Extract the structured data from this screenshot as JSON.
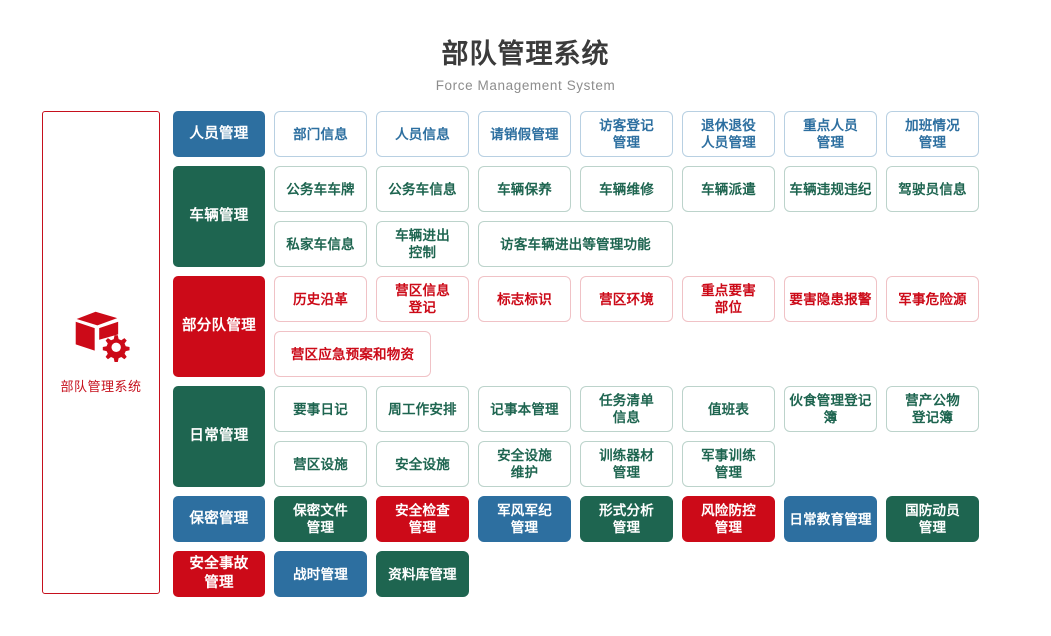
{
  "header": {
    "title": "部队管理系统",
    "subtitle": "Force Management System"
  },
  "brand": {
    "icon": "cube-gear-icon",
    "name": "部队管理系统",
    "border_color": "#c6101d",
    "text_color": "#c6101d"
  },
  "colors": {
    "blue": "#2d6fa0",
    "green": "#1e6550",
    "red": "#cc0a18"
  },
  "sections": [
    {
      "label": "人员管理",
      "label_color": "blue",
      "rows": [
        [
          {
            "text": "部门信息",
            "style": "outline",
            "color": "blue",
            "width": 1
          },
          {
            "text": "人员信息",
            "style": "outline",
            "color": "blue",
            "width": 1
          },
          {
            "text": "请销假管理",
            "style": "outline",
            "color": "blue",
            "width": 1
          },
          {
            "text": "访客登记\n管理",
            "style": "outline",
            "color": "blue",
            "width": 1
          },
          {
            "text": "退休退役\n人员管理",
            "style": "outline",
            "color": "blue",
            "width": 1
          },
          {
            "text": "重点人员\n管理",
            "style": "outline",
            "color": "blue",
            "width": 1
          },
          {
            "text": "加班情况\n管理",
            "style": "outline",
            "color": "blue",
            "width": 1
          }
        ]
      ]
    },
    {
      "label": "车辆管理",
      "label_color": "green",
      "rows": [
        [
          {
            "text": "公务车车牌",
            "style": "outline",
            "color": "green",
            "width": 1
          },
          {
            "text": "公务车信息",
            "style": "outline",
            "color": "green",
            "width": 1
          },
          {
            "text": "车辆保养",
            "style": "outline",
            "color": "green",
            "width": 1
          },
          {
            "text": "车辆维修",
            "style": "outline",
            "color": "green",
            "width": 1
          },
          {
            "text": "车辆派遣",
            "style": "outline",
            "color": "green",
            "width": 1
          },
          {
            "text": "车辆违规违纪",
            "style": "outline",
            "color": "green",
            "width": 1
          },
          {
            "text": "驾驶员信息",
            "style": "outline",
            "color": "green",
            "width": 1
          }
        ],
        [
          {
            "text": "私家车信息",
            "style": "outline",
            "color": "green",
            "width": 1
          },
          {
            "text": "车辆进出\n控制",
            "style": "outline",
            "color": "green",
            "width": 1
          },
          {
            "text": "访客车辆进出等管理功能",
            "style": "outline",
            "color": "green",
            "width": 2
          }
        ]
      ]
    },
    {
      "label": "部分队管理",
      "label_color": "red",
      "rows": [
        [
          {
            "text": "历史沿革",
            "style": "outline",
            "color": "red",
            "width": 1
          },
          {
            "text": "营区信息\n登记",
            "style": "outline",
            "color": "red",
            "width": 1
          },
          {
            "text": "标志标识",
            "style": "outline",
            "color": "red",
            "width": 1
          },
          {
            "text": "营区环境",
            "style": "outline",
            "color": "red",
            "width": 1
          },
          {
            "text": "重点要害\n部位",
            "style": "outline",
            "color": "red",
            "width": 1
          },
          {
            "text": "要害隐患报警",
            "style": "outline",
            "color": "red",
            "width": 1
          },
          {
            "text": "军事危险源",
            "style": "outline",
            "color": "red",
            "width": 1
          }
        ],
        [
          {
            "text": "营区应急预案和物资",
            "style": "outline",
            "color": "red",
            "width": 1.5
          }
        ]
      ]
    },
    {
      "label": "日常管理",
      "label_color": "green",
      "rows": [
        [
          {
            "text": "要事日记",
            "style": "outline",
            "color": "green",
            "width": 1
          },
          {
            "text": "周工作安排",
            "style": "outline",
            "color": "green",
            "width": 1
          },
          {
            "text": "记事本管理",
            "style": "outline",
            "color": "green",
            "width": 1
          },
          {
            "text": "任务清单\n信息",
            "style": "outline",
            "color": "green",
            "width": 1
          },
          {
            "text": "值班表",
            "style": "outline",
            "color": "green",
            "width": 1
          },
          {
            "text": "伙食管理登记簿",
            "style": "outline",
            "color": "green",
            "width": 1
          },
          {
            "text": "营产公物\n登记簿",
            "style": "outline",
            "color": "green",
            "width": 1
          }
        ],
        [
          {
            "text": "营区设施",
            "style": "outline",
            "color": "green",
            "width": 1
          },
          {
            "text": "安全设施",
            "style": "outline",
            "color": "green",
            "width": 1
          },
          {
            "text": "安全设施\n维护",
            "style": "outline",
            "color": "green",
            "width": 1
          },
          {
            "text": "训练器材\n管理",
            "style": "outline",
            "color": "green",
            "width": 1
          },
          {
            "text": "军事训练\n管理",
            "style": "outline",
            "color": "green",
            "width": 1
          }
        ]
      ]
    },
    {
      "label": "保密管理",
      "label_color": "blue",
      "rows": [
        [
          {
            "text": "保密文件\n管理",
            "style": "solid",
            "color": "green",
            "width": 1
          },
          {
            "text": "安全检查\n管理",
            "style": "solid",
            "color": "red",
            "width": 1
          },
          {
            "text": "军风军纪\n管理",
            "style": "solid",
            "color": "blue",
            "width": 1
          },
          {
            "text": "形式分析\n管理",
            "style": "solid",
            "color": "green",
            "width": 1
          },
          {
            "text": "风险防控\n管理",
            "style": "solid",
            "color": "red",
            "width": 1
          },
          {
            "text": "日常教育管理",
            "style": "solid",
            "color": "blue",
            "width": 1
          },
          {
            "text": "国防动员\n管理",
            "style": "solid",
            "color": "green",
            "width": 1
          }
        ]
      ]
    },
    {
      "label": "安全事故\n管理",
      "label_color": "red",
      "rows": [
        [
          {
            "text": "战时管理",
            "style": "solid",
            "color": "blue",
            "width": 1
          },
          {
            "text": "资料库管理",
            "style": "solid",
            "color": "green",
            "width": 1
          }
        ]
      ]
    }
  ]
}
